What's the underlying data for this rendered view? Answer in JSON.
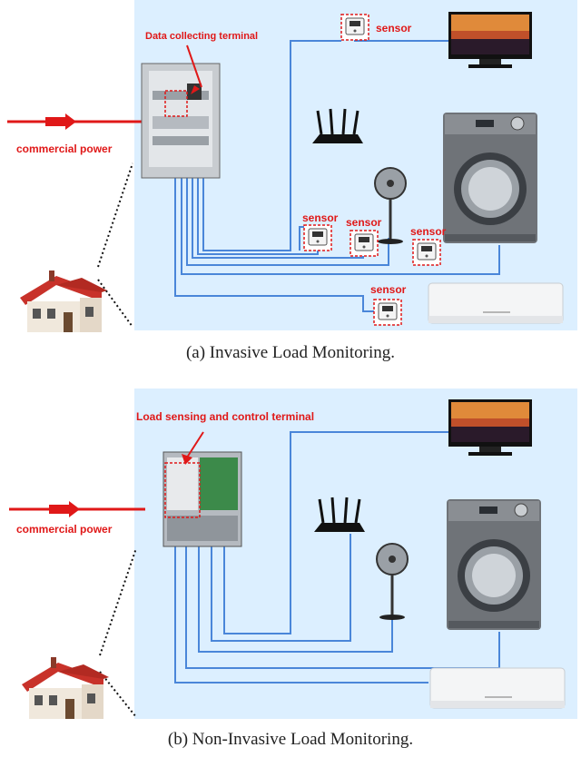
{
  "diagram_a": {
    "terminal_label": "Data collecting terminal",
    "power_label": "commercial power",
    "sensor_label": "sensor",
    "caption": "(a) Invasive Load Monitoring."
  },
  "diagram_b": {
    "terminal_label": "Load sensing and control terminal",
    "power_label": "commercial power",
    "caption": "(b) Non-Invasive Load Monitoring."
  },
  "colors": {
    "panel_bg": "#dcefff",
    "wire": "#4a86d9",
    "accent_red": "#e01818"
  },
  "icons": [
    "house-icon",
    "distribution-box-icon",
    "tv-icon",
    "router-icon",
    "fan-icon",
    "washing-machine-icon",
    "air-conditioner-icon",
    "sensor-icon",
    "arrow-icon"
  ]
}
